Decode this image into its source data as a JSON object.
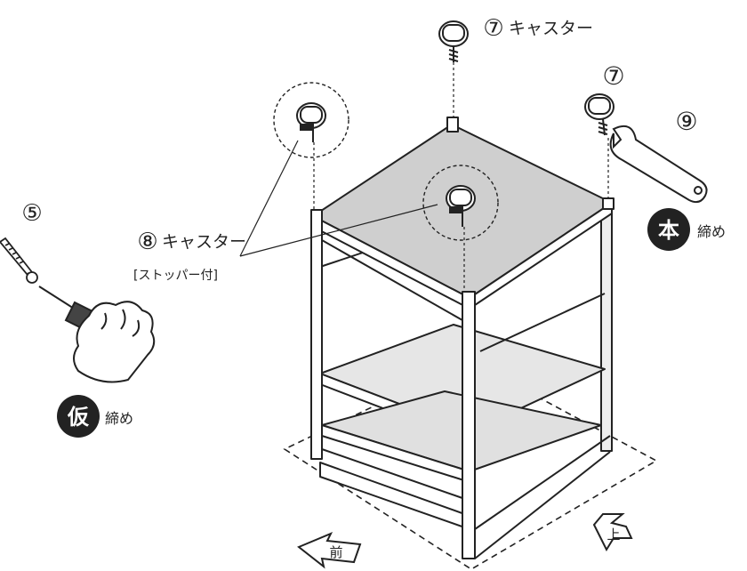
{
  "callouts": {
    "top_caster": {
      "num": "⑦",
      "text": "キャスター"
    },
    "right_caster": {
      "num": "⑦"
    },
    "wrench": {
      "num": "⑨"
    },
    "stopper_caster": {
      "num": "⑧",
      "text": "キャスター",
      "sub": "[ストッパー付]"
    },
    "screw": {
      "num": "⑤"
    }
  },
  "badges": {
    "final": {
      "glyph": "本",
      "text": "締め"
    },
    "temp": {
      "glyph": "仮",
      "text": "締め"
    }
  },
  "arrows": {
    "front": "前",
    "top": "上"
  },
  "icons": [
    "caster-icon",
    "wrench-icon",
    "screwdriver-icon",
    "hand-icon",
    "screw-icon"
  ]
}
